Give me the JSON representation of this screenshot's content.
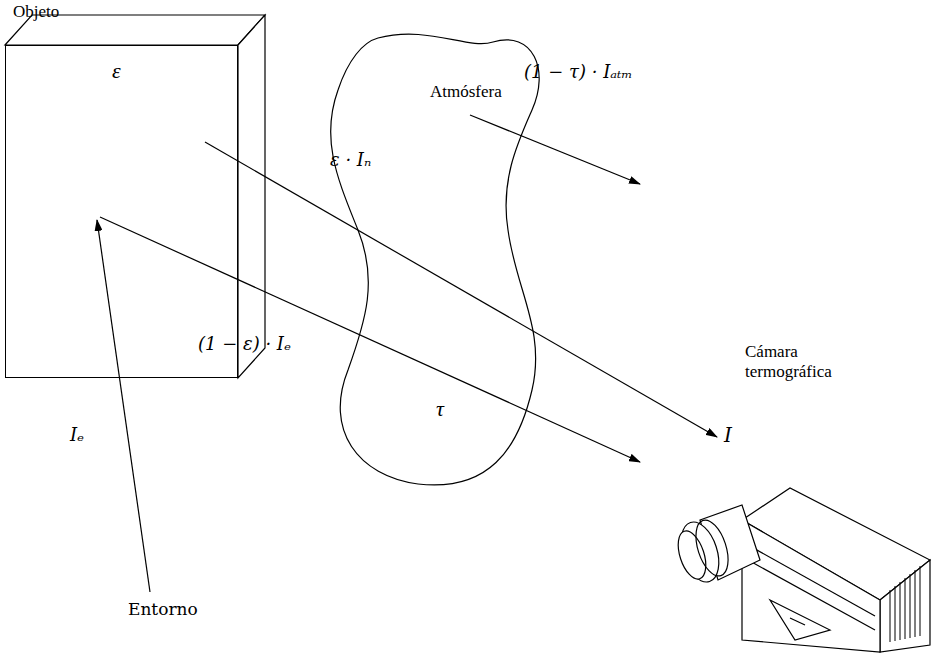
{
  "diagram": {
    "nodes": [
      {
        "text": [
          "Objeto",
          "ε"
        ]
      },
      {
        "text": [
          "Atmósfera",
          "τ"
        ]
      },
      {
        "text": [
          "Cámara termográfica"
        ]
      }
    ],
    "labels": [
      "ε · Iₙ",
      "(1 − τ) · Iₐₜₘ",
      "I",
      "(1 − ε) · Iₑ",
      "Iₑ",
      "Entorno"
    ]
  }
}
